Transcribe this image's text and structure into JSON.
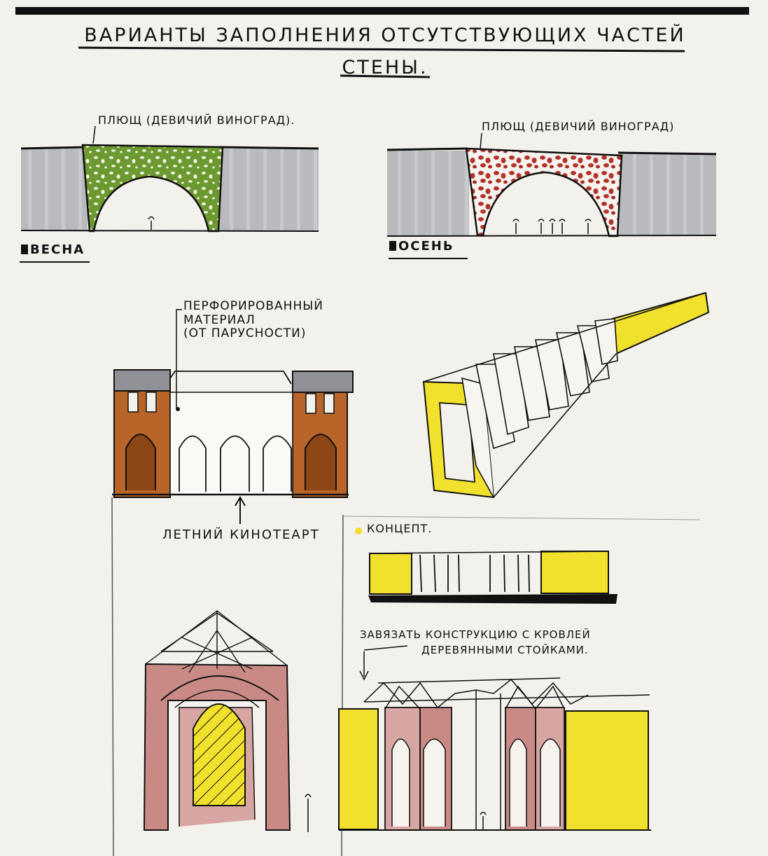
{
  "title": {
    "line1": "Варианты заполнения отсутствующих частей",
    "line2": "стены."
  },
  "spring": {
    "caption": "Весна",
    "annotation": "плющ (девичий виноград)."
  },
  "autumn": {
    "caption": "Осень",
    "annotation": "плющ (девичий виноград)"
  },
  "cinema": {
    "annotation": [
      "перфорированный",
      "материал",
      "(от парусности)"
    ],
    "caption": "Летний кинотеарт"
  },
  "concept": {
    "caption": "концепт."
  },
  "roof_note": {
    "lines": [
      "Завязать конструкцию с кровлей",
      "деревянными стойками."
    ]
  },
  "colors": {
    "ink": "#111111",
    "stone": "#b9babd",
    "ivy_green": "#6c9a30",
    "ivy_red": "#b3322a",
    "brick": "#b9652a",
    "yellow": "#f1e02c",
    "rose_brick": "#c98a86"
  }
}
